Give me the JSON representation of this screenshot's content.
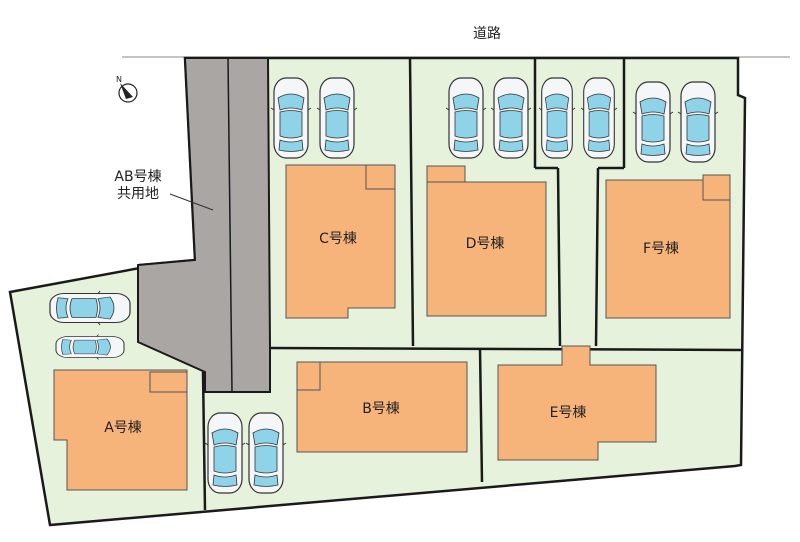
{
  "road": {
    "label": "道路"
  },
  "shared": {
    "label_line1": "AB号棟",
    "label_line2": "共用地"
  },
  "compass": {
    "label": "N"
  },
  "houses": {
    "a": "A号棟",
    "b": "B号棟",
    "c": "C号棟",
    "d": "D号棟",
    "e": "E号棟",
    "f": "F号棟"
  },
  "colors": {
    "lot": "#e7f2dc",
    "house": "#f7b47a",
    "shared_path": "#a9a6a4",
    "outline": "#1a1a1a",
    "car_body": "#f4f6f8",
    "car_glass": "#8fd3e8"
  }
}
